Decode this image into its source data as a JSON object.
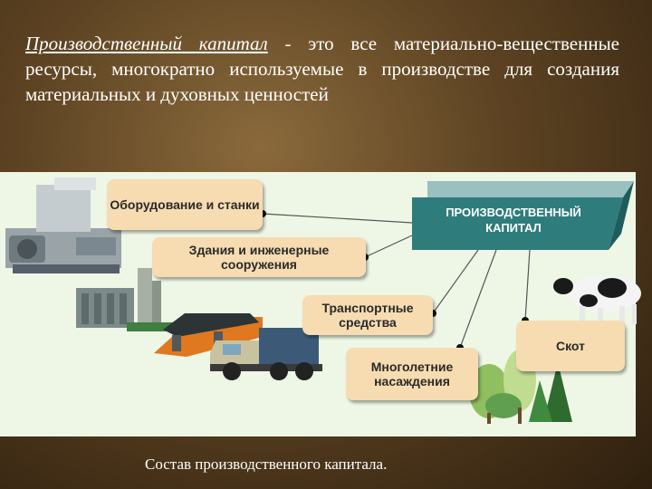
{
  "definition": {
    "term": "Производственный капитал",
    "text": " - это все материально-вещественные ресурсы, многократно используемые в производстве для создания материальных и духовных ценностей"
  },
  "diagram": {
    "central_label": "ПРОИЗВОДСТВЕННЫЙ КАПИТАЛ",
    "items": [
      {
        "label": "Оборудование и станки"
      },
      {
        "label": "Здания и инженерные сооружения"
      },
      {
        "label": "Транспортные средства"
      },
      {
        "label": "Многолетние насаждения"
      },
      {
        "label": "Скот"
      }
    ],
    "colors": {
      "header": "#2f7c7c",
      "box": "#f6dcb0",
      "panel": "#eef7e6",
      "line": "#555555"
    }
  },
  "caption": "Состав производственного капитала."
}
